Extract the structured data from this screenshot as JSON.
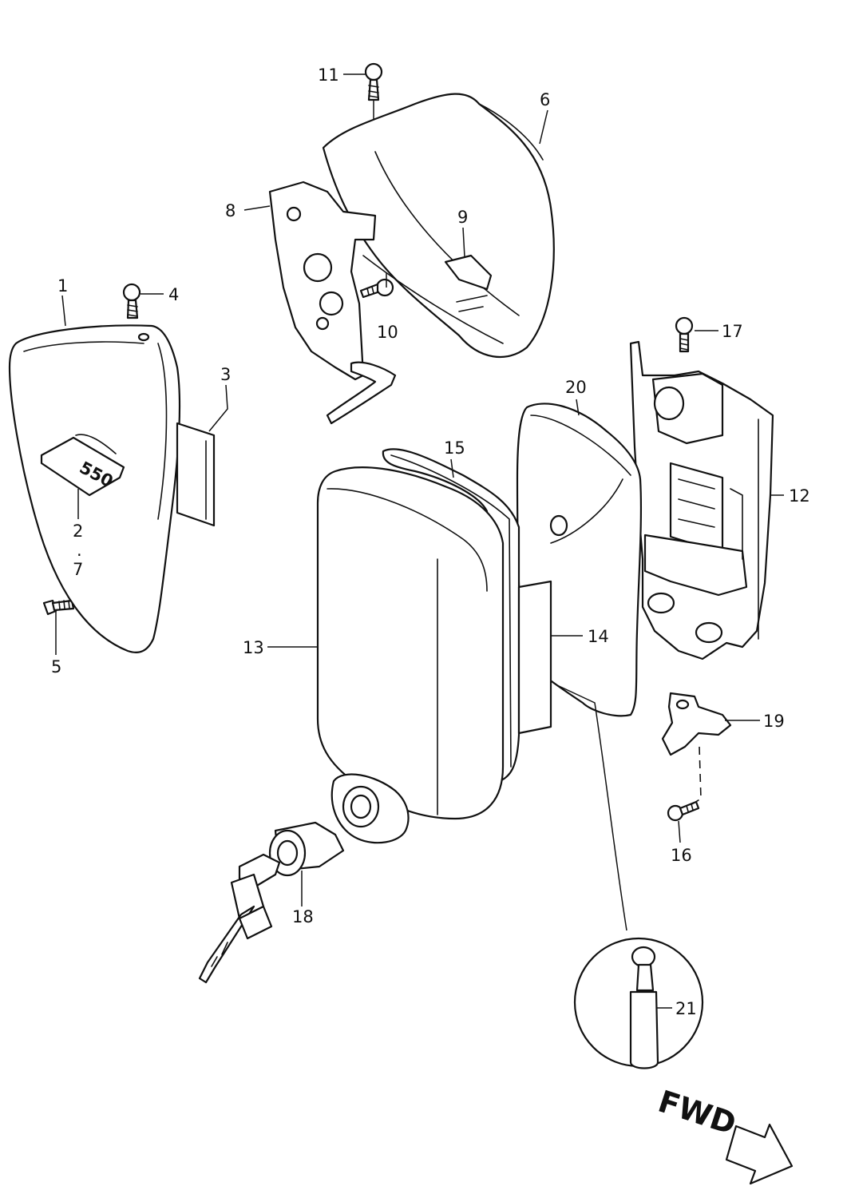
{
  "labels": {
    "p1": "1",
    "p2": "2",
    "p3": "3",
    "p4": "4",
    "p5": "5",
    "p6": "6",
    "p7": "7",
    "p8": "8",
    "p9": "9",
    "p10": "10",
    "p11": "11",
    "p12": "12",
    "p13": "13",
    "p14": "14",
    "p15": "15",
    "p16": "16",
    "p17": "17",
    "p18": "18",
    "p19": "19",
    "p20": "20",
    "p21": "21"
  },
  "direction": {
    "text": "FWD",
    "icon": "arrow-right-icon"
  },
  "emblem": {
    "text": "550"
  },
  "colors": {
    "ink": "#111111",
    "paper": "#ffffff"
  }
}
